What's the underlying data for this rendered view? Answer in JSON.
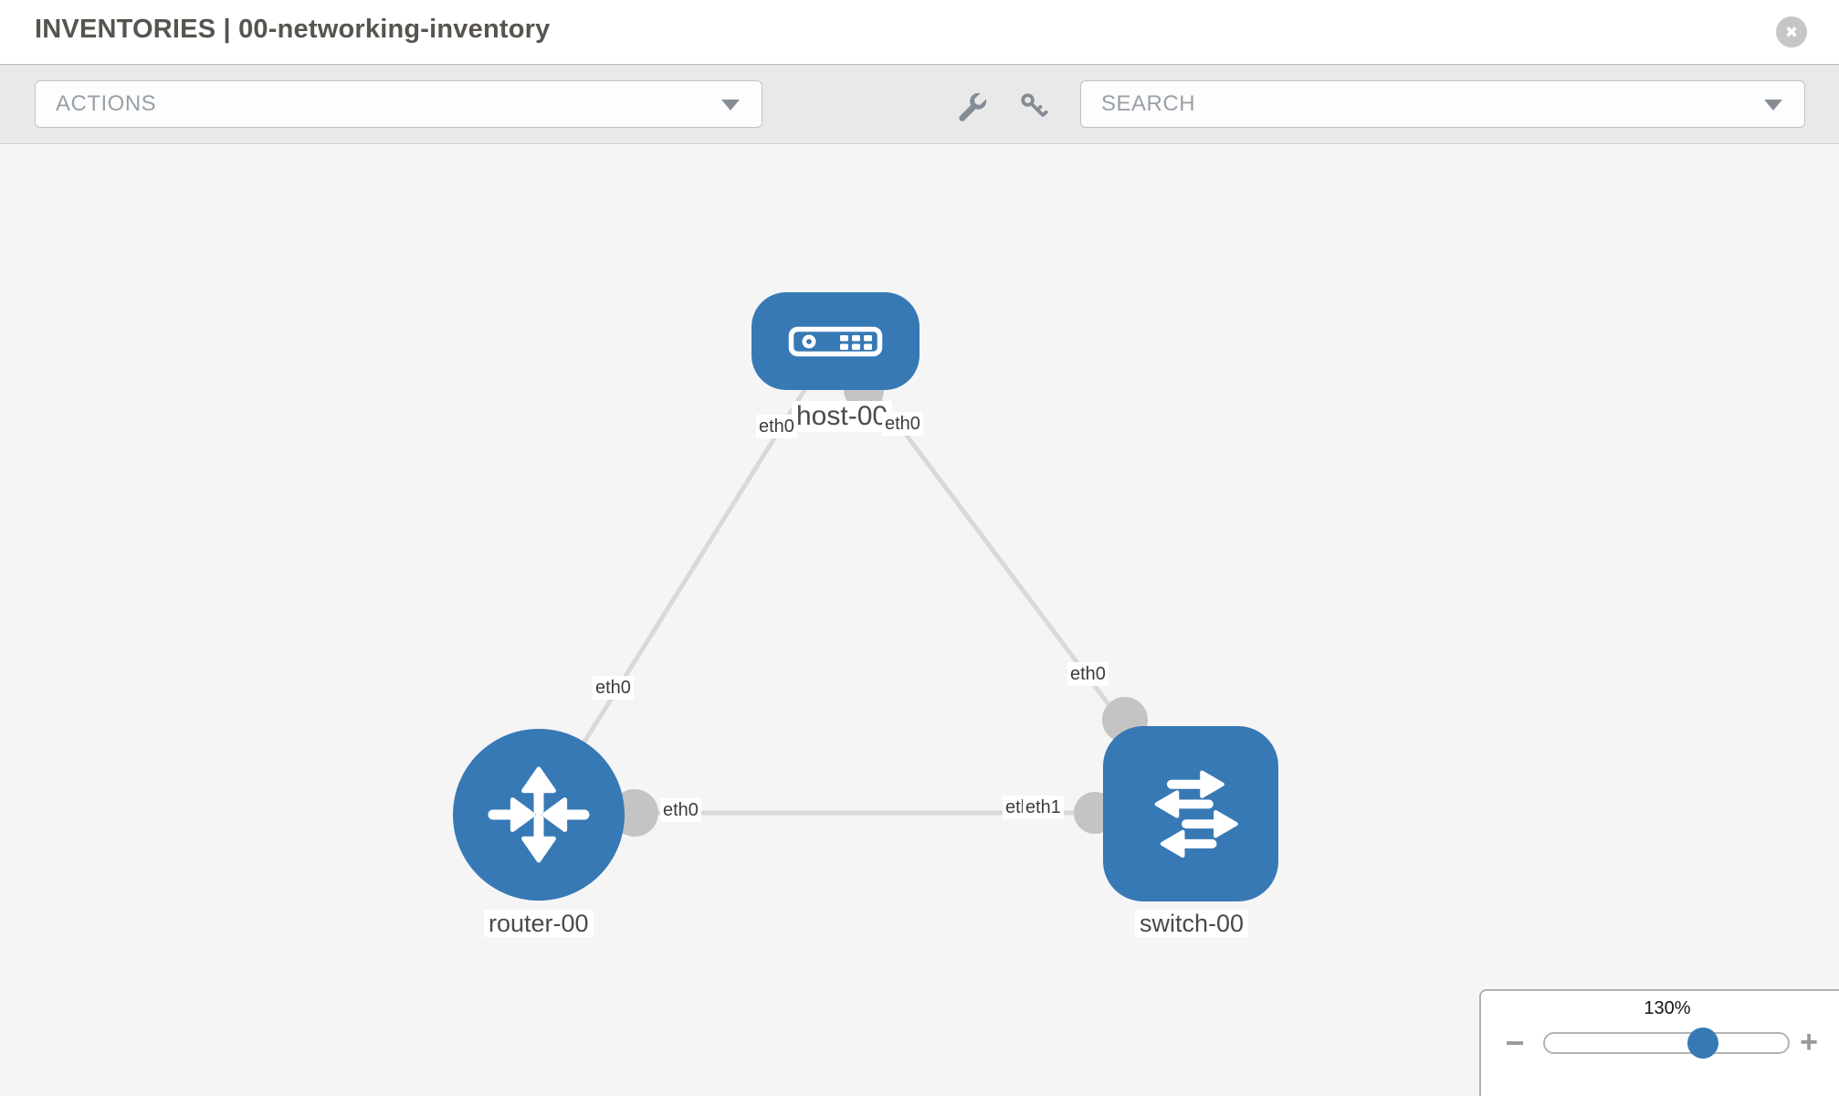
{
  "header": {
    "title": "INVENTORIES | 00-networking-inventory",
    "close_glyph": "✖"
  },
  "toolbar": {
    "actions_label": "ACTIONS",
    "search_label": "SEARCH"
  },
  "colors": {
    "node_blue": "#3779b5",
    "port_gray": "#c4c4c4",
    "link_gray": "#d9d9d9",
    "canvas_bg": "#f5f5f5",
    "toolbar_bg": "#e9e9e9"
  },
  "topology": {
    "nodes": [
      {
        "label": "host-00",
        "type": "host"
      },
      {
        "label": "router-00",
        "type": "router"
      },
      {
        "label": "switch-00",
        "type": "switch"
      }
    ],
    "links": [
      {
        "from": "host-00",
        "to": "router-00",
        "from_label": "eth0",
        "to_label": "eth0"
      },
      {
        "from": "host-00",
        "to": "switch-00",
        "from_label": "eth0",
        "to_label": "eth0"
      },
      {
        "from": "router-00",
        "to": "switch-00",
        "from_label": "eth0",
        "to_label": "eth1",
        "to_label_overlapped": "eth0"
      }
    ]
  },
  "zoom_control": {
    "level": "130%",
    "minus_glyph": "−",
    "plus_glyph": "+"
  }
}
